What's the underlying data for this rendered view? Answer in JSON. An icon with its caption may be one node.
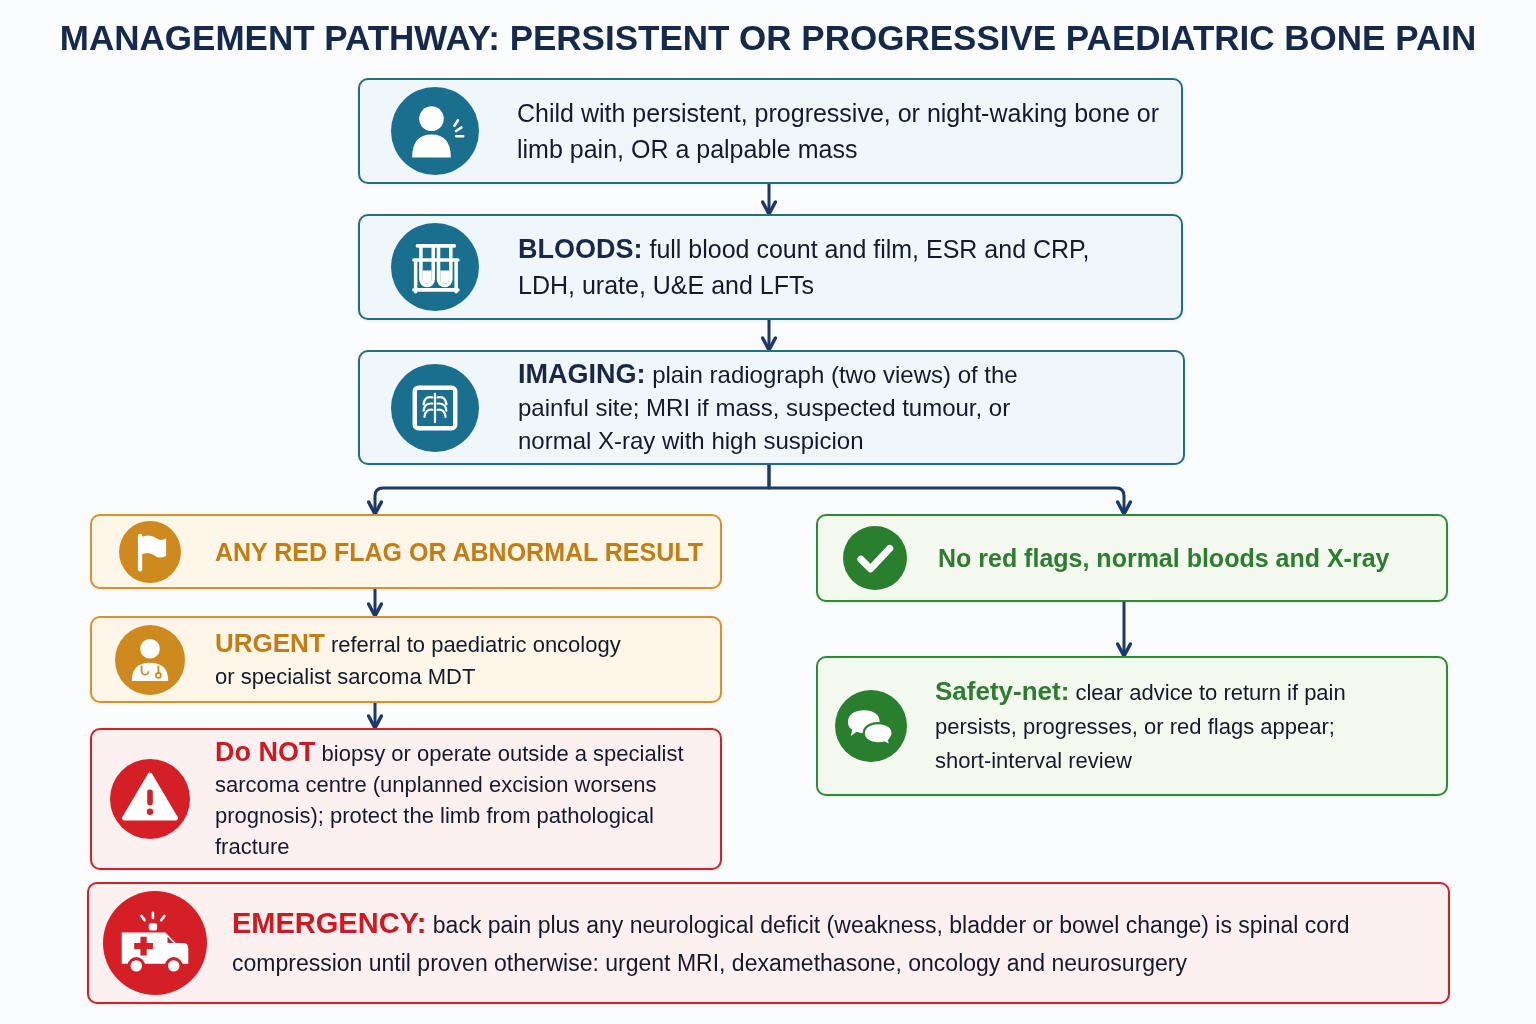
{
  "diagram": {
    "title": "MANAGEMENT PATHWAY: PERSISTENT OR PROGRESSIVE PAEDIATRIC BONE PAIN",
    "nodes": [
      {
        "text": [
          "Child with persistent, progressive, or night-waking bone or limb pain, OR a palpable mass"
        ]
      },
      {
        "text": [
          "**BLOODS:** full blood count and film, ESR and CRP, LDH, urate, U&E and LFTs"
        ]
      },
      {
        "text": [
          "**IMAGING:** plain radiograph (two views) of the painful site; MRI if mass, suspected tumour, or normal X-ray with high suspicion"
        ]
      },
      {
        "text": [
          "ANY RED FLAG OR ABNORMAL RESULT"
        ]
      },
      {
        "text": [
          "**URGENT** referral to paediatric oncology or specialist sarcoma MDT"
        ]
      },
      {
        "text": [
          "**Do NOT** biopsy or operate outside a specialist sarcoma centre (unplanned excision worsens prognosis); protect the limb from pathological fracture"
        ]
      },
      {
        "text": [
          "No red flags, normal bloods and X-ray"
        ]
      },
      {
        "text": [
          "**Safety-net:** clear advice to return if pain persists, progresses, or red flags appear; short-interval review"
        ]
      },
      {
        "text": [
          "**EMERGENCY:** back pain plus any neurological deficit (weakness, bladder or bowel change) is spinal cord compression until proven otherwise: urgent MRI, dexamethasone, oncology and neurosurgery"
        ]
      }
    ],
    "edges": [
      {
        "from": 0,
        "to": 1,
        "arrow": "to"
      },
      {
        "from": 1,
        "to": 2,
        "arrow": "to"
      },
      {
        "from": 2,
        "to": 3,
        "arrow": "to"
      },
      {
        "from": 2,
        "to": 6,
        "arrow": "to"
      },
      {
        "from": 3,
        "to": 4,
        "arrow": "to"
      },
      {
        "from": 4,
        "to": 5,
        "arrow": "to"
      },
      {
        "from": 6,
        "to": 7,
        "arrow": "to"
      }
    ]
  }
}
